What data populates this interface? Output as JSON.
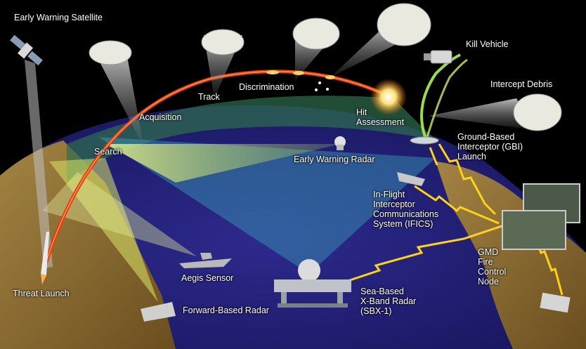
{
  "labels": {
    "early_warning_satellite": "Early Warning Satellite",
    "kill_vehicle": "Kill Vehicle",
    "intercept_debris": "Intercept Debris",
    "track": "Track",
    "discrimination": "Discrimination",
    "acquisition": "Acquisition",
    "hit_assessment": [
      "Hit",
      "Assessment"
    ],
    "search": "Search",
    "gbi": [
      "Ground-Based",
      "Interceptor (GBI)",
      "Launch"
    ],
    "early_warning_radar": "Early Warning Radar",
    "ifics": [
      "In-Flight",
      "Interceptor",
      "Communications",
      "System (IFICS)"
    ],
    "gmd": [
      "GMD",
      "Fire",
      "Control",
      "Node"
    ],
    "aegis_sensor": "Aegis Sensor",
    "threat_launch": "Threat Launch",
    "sbx": [
      "Sea-Based",
      "X-Band Radar",
      "(SBX-1)"
    ],
    "forward_based_radar": "Forward-Based Radar"
  },
  "colors": {
    "space": "#000000",
    "ocean": "#241f7a",
    "land": "#8a6a2e",
    "trajectory": "#e23a12",
    "lightning": "#ffd21a",
    "radar_beam": "#d9e66a"
  }
}
